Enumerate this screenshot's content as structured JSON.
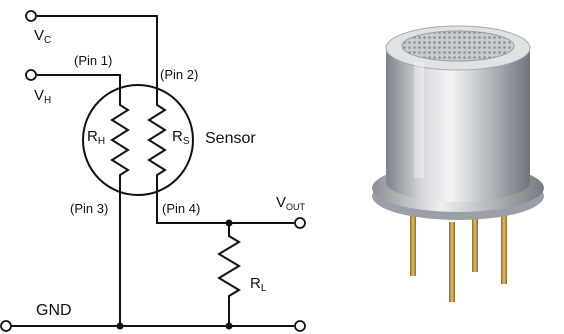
{
  "schematic": {
    "labels": {
      "vc": "V",
      "vc_sub": "C",
      "vh": "V",
      "vh_sub": "H",
      "pin1": "(Pin 1)",
      "pin2": "(Pin 2)",
      "pin3": "(Pin 3)",
      "pin4": "(Pin 4)",
      "rh": "R",
      "rh_sub": "H",
      "rs": "R",
      "rs_sub": "S",
      "sensor": "Sensor",
      "vout": "V",
      "vout_sub": "OUT",
      "rl": "R",
      "rl_sub": "L",
      "gnd": "GND"
    }
  },
  "photo": {
    "colors": {
      "metal_light": "#e8eaec",
      "metal_mid": "#b9bdc2",
      "metal_dark": "#7d8289",
      "pin_gold": "#b8903a",
      "mesh": "#8b9096"
    }
  }
}
